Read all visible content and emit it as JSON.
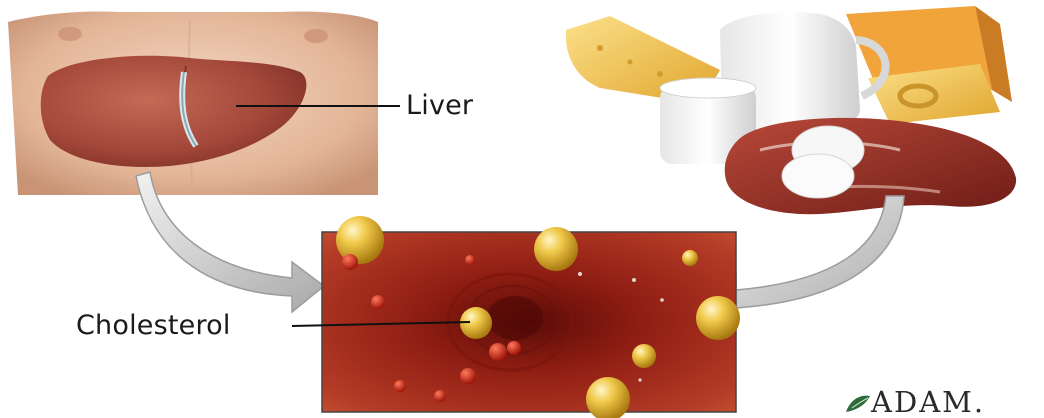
{
  "labels": {
    "liver": "Liver",
    "cholesterol": "Cholesterol"
  },
  "brand": {
    "name": "ADAM.",
    "icon": "leaf-logo-icon"
  },
  "colors": {
    "skin": "#e9c2a9",
    "liver": "#a84a3c",
    "vessel_wall": "#8c1e12",
    "cholesterol_droplet": "#d9a825",
    "arrow": "#c9c9c9",
    "cheese": "#f3c24b",
    "meat": "#8f2f24"
  }
}
